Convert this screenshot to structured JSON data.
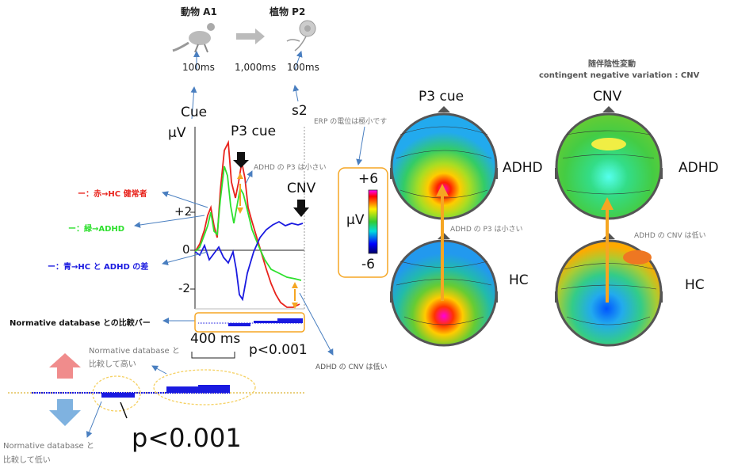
{
  "top": {
    "stim_a": "動物 A1",
    "stim_b": "植物 P2",
    "dur_a": "100ms",
    "isi": "1,000ms",
    "dur_b": "100ms"
  },
  "cnv_header": {
    "jp": "随伴陰性変動",
    "en": "contingent negative variation : CNV"
  },
  "erp": {
    "cue": "Cue",
    "s2": "s2",
    "unit": "μV",
    "p3_label": "P3 cue",
    "cnv_label": "CNV",
    "y_ticks": [
      "+2",
      "0",
      "-2"
    ],
    "scale_bar": "400 ms",
    "p_value": "p<0.001"
  },
  "legend": {
    "red": "ー：赤→HC 健常者",
    "green": "ー：緑→ADHD",
    "blue": "ー：青→HC と ADHD の差"
  },
  "annotations": {
    "adhd_p3_small": "ADHD の P3 は小さい",
    "erp_min": "ERP の電位は極小です",
    "adhd_cnv_low": "ADHD の CNV は低い",
    "normative_bar": "Normative database との比較バー",
    "norm_high_1": "Normative database と",
    "norm_high_2": "比較して高い",
    "norm_low_1": "Normative database と",
    "norm_low_2": "比較して低い",
    "p_value_large": "p<0.001"
  },
  "colorbar": {
    "max": "+6",
    "min": "-6",
    "unit": "μV"
  },
  "maps": {
    "p3_title": "P3 cue",
    "cnv_title": "CNV",
    "adhd_left": "ADHD",
    "hc_left": "HC",
    "adhd_right": "ADHD",
    "hc_right": "HC",
    "adhd_p3_small": "ADHD の P3 は小さい",
    "adhd_cnv_low": "ADHD の CNV は低い"
  },
  "colors": {
    "hc": "#e8231c",
    "adhd": "#2ee02e",
    "diff": "#1a1ae0",
    "orange": "#f5a623",
    "blue_arrow": "#4a7fc0"
  }
}
